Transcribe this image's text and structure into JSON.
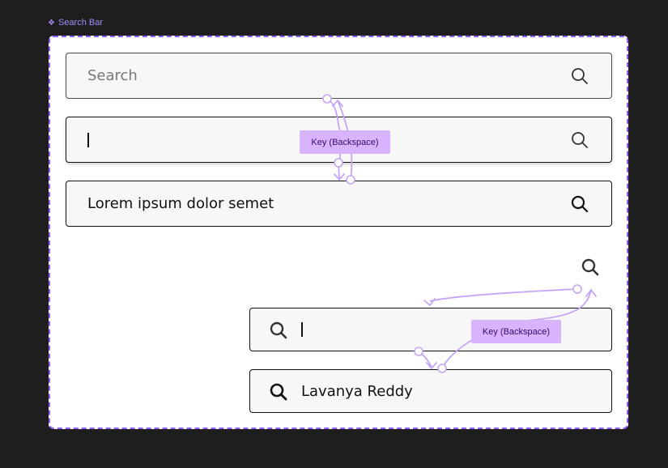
{
  "frame": {
    "label": "Search Bar",
    "label_icon": "component-diamond-icon"
  },
  "states": [
    {
      "text": "Search",
      "kind": "placeholder",
      "icon": "search-icon"
    },
    {
      "text": "",
      "kind": "focused-empty",
      "icon": "search-icon"
    },
    {
      "text": "Lorem ipsum dolor semet",
      "kind": "filled",
      "icon": "search-icon"
    }
  ],
  "compact": {
    "icon_only": "search-icon",
    "focused_text": "",
    "filled_text": "Lavanya Reddy"
  },
  "prototype": {
    "interaction_1": "Key (Backspace)",
    "interaction_2": "Key (Backspace)"
  },
  "colors": {
    "background": "#1e1e1e",
    "canvas": "#ffffff",
    "frame_border": "#8b5cf6",
    "connector": "#c4a6f5",
    "tag_bg": "#d8b4fe"
  }
}
